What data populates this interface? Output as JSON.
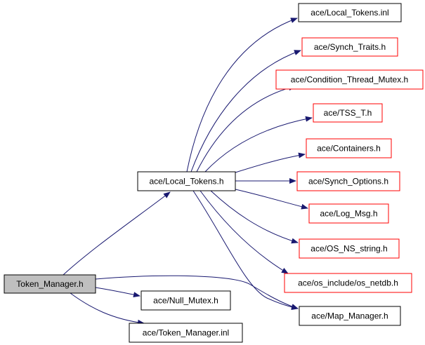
{
  "graph": {
    "colors": {
      "edge": "#191970",
      "node_default_border": "#000000",
      "node_missing_border": "#ff0000",
      "root_fill": "#bfbfbf",
      "node_fill": "#ffffff"
    },
    "nodes": [
      {
        "id": "token-manager-h",
        "label": "Token_Manager.h",
        "style": "root"
      },
      {
        "id": "local-tokens-h",
        "label": "ace/Local_Tokens.h",
        "style": "normal"
      },
      {
        "id": "null-mutex-h",
        "label": "ace/Null_Mutex.h",
        "style": "normal"
      },
      {
        "id": "token-manager-inl",
        "label": "ace/Token_Manager.inl",
        "style": "normal"
      },
      {
        "id": "map-manager-h",
        "label": "ace/Map_Manager.h",
        "style": "normal"
      },
      {
        "id": "local-tokens-inl",
        "label": "ace/Local_Tokens.inl",
        "style": "normal"
      },
      {
        "id": "synch-traits-h",
        "label": "ace/Synch_Traits.h",
        "style": "missing"
      },
      {
        "id": "condition-thread-mutex-h",
        "label": "ace/Condition_Thread_Mutex.h",
        "style": "missing"
      },
      {
        "id": "tss-t-h",
        "label": "ace/TSS_T.h",
        "style": "missing"
      },
      {
        "id": "containers-h",
        "label": "ace/Containers.h",
        "style": "missing"
      },
      {
        "id": "synch-options-h",
        "label": "ace/Synch_Options.h",
        "style": "missing"
      },
      {
        "id": "log-msg-h",
        "label": "ace/Log_Msg.h",
        "style": "missing"
      },
      {
        "id": "os-ns-string-h",
        "label": "ace/OS_NS_string.h",
        "style": "missing"
      },
      {
        "id": "os-netdb-h",
        "label": "ace/os_include/os_netdb.h",
        "style": "missing"
      }
    ],
    "edges": [
      {
        "from": "token-manager-h",
        "to": "local-tokens-h"
      },
      {
        "from": "token-manager-h",
        "to": "null-mutex-h"
      },
      {
        "from": "token-manager-h",
        "to": "token-manager-inl"
      },
      {
        "from": "token-manager-h",
        "to": "map-manager-h"
      },
      {
        "from": "local-tokens-h",
        "to": "local-tokens-inl"
      },
      {
        "from": "local-tokens-h",
        "to": "synch-traits-h"
      },
      {
        "from": "local-tokens-h",
        "to": "condition-thread-mutex-h"
      },
      {
        "from": "local-tokens-h",
        "to": "tss-t-h"
      },
      {
        "from": "local-tokens-h",
        "to": "containers-h"
      },
      {
        "from": "local-tokens-h",
        "to": "synch-options-h"
      },
      {
        "from": "local-tokens-h",
        "to": "log-msg-h"
      },
      {
        "from": "local-tokens-h",
        "to": "os-ns-string-h"
      },
      {
        "from": "local-tokens-h",
        "to": "os-netdb-h"
      },
      {
        "from": "local-tokens-h",
        "to": "map-manager-h"
      }
    ]
  }
}
